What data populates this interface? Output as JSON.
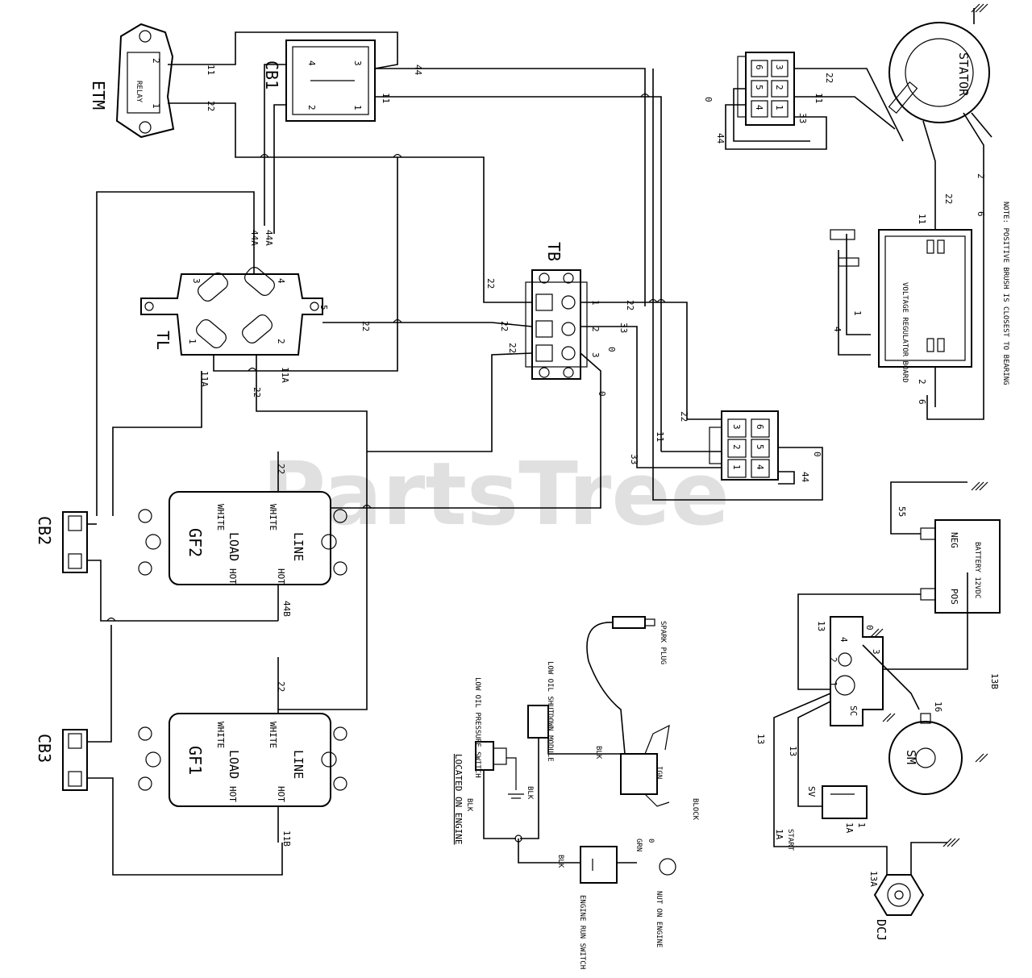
{
  "watermark": "PartsTree",
  "components": {
    "etm": "ETM",
    "cb1": "CB1",
    "cb2": "CB2",
    "cb3": "CB3",
    "tl": "TL",
    "tb": "TB",
    "gf1": "GF1",
    "gf2": "GF2",
    "stator": "STATOR",
    "voltage_regulator": "VOLTAGE REGULATOR BOARD",
    "battery": "BATTERY 12VDC",
    "spark_plug": "SPARK PLUG",
    "low_oil_module": "LOW OIL SHUTDOWN MODULE",
    "low_oil_switch": "LOW OIL PRESSURE SWITCH",
    "engine_run_switch": "ENGINE RUN SWITCH",
    "nut_on_engine": "NUT ON ENGINE",
    "ignition_module": "IGN",
    "sm": "SM",
    "sv": "SV",
    "dcj": "DCJ"
  },
  "texts": {
    "located_on_engine": "LOCATED ON ENGINE",
    "block": "BLOCK",
    "note": "NOTE: POSITIVE BRUSH IS CLOSEST TO BEARING",
    "load": "LOAD",
    "line": "LINE",
    "hot": "HOT",
    "white": "WHITE",
    "neg": "NEG",
    "pos": "POS",
    "sc": "SC",
    "blk": "BLK",
    "grn": "GRN",
    "start": "START",
    "relay_coil": "RELAY"
  },
  "wire_labels": {
    "w11": "11",
    "w22": "22",
    "w44": "44",
    "w44a": "44A",
    "w11a": "11A",
    "w33": "33",
    "w0": "0",
    "w2": "2",
    "w6": "6",
    "w4": "4",
    "w1": "1",
    "w13": "13",
    "w13a": "13A",
    "w13b": "13B",
    "w16": "16",
    "w55": "55",
    "w1a": "1A",
    "w11b": "11B",
    "w44b": "44B",
    "w5": "5",
    "w3": "3"
  }
}
